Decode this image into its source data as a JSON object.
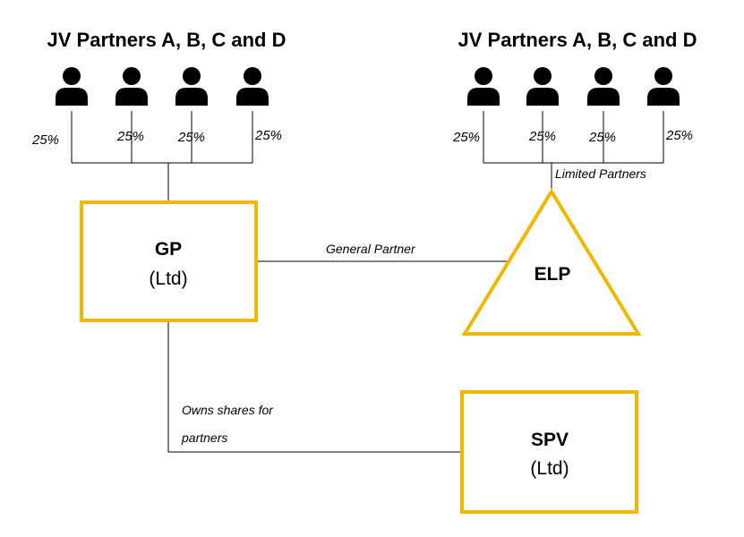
{
  "left_group": {
    "title": "JV Partners A, B, C and D",
    "shares": [
      "25%",
      "25%",
      "25%",
      "25%"
    ]
  },
  "right_group": {
    "title": "JV Partners A, B, C and D",
    "shares": [
      "25%",
      "25%",
      "25%",
      "25%"
    ],
    "link_label": "Limited Partners"
  },
  "gp": {
    "name": "GP",
    "type": "(Ltd)"
  },
  "elp": {
    "name": "ELP"
  },
  "spv": {
    "name": "SPV",
    "type": "(Ltd)"
  },
  "links": {
    "gp_elp": "General Partner",
    "gp_spv_line1": "Owns shares for",
    "gp_spv_line2": "partners"
  },
  "colors": {
    "accent": "#f2b705",
    "line": "#000000"
  },
  "icons": {
    "partner": "person-icon"
  }
}
